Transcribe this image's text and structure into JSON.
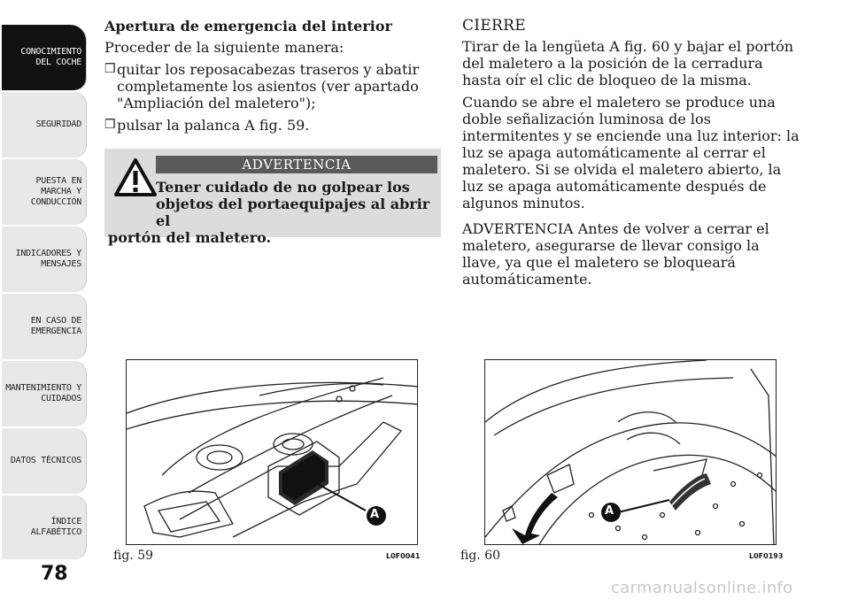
{
  "sidebar": {
    "tabs": [
      {
        "label": "CONOCIMIENTO\nDEL COCHE",
        "active": true
      },
      {
        "label": "SEGURIDAD",
        "active": false
      },
      {
        "label": "PUESTA EN\nMARCHA Y\nCONDUCCIÓN",
        "active": false
      },
      {
        "label": "INDICADORES Y\nMENSAJES",
        "active": false
      },
      {
        "label": "EN CASO DE\nEMERGENCIA",
        "active": false
      },
      {
        "label": "MANTENIMIENTO Y\nCUIDADOS",
        "active": false
      },
      {
        "label": "DATOS TÉCNICOS",
        "active": false
      },
      {
        "label": "ÍNDICE\nALFABÉTICO",
        "active": false
      }
    ]
  },
  "page_number": "78",
  "left": {
    "heading": "Apertura de emergencia del interior",
    "intro": "Proceder de la siguiente manera:",
    "bullet_mark": "❒",
    "bullets": [
      "quitar los reposacabezas traseros y abatir completamente los asientos (ver apartado \"Ampliación del maletero\");",
      "pulsar la palanca A fig. 59."
    ],
    "warning": {
      "title": "ADVERTENCIA",
      "line1": "Tener cuidado de no golpear los",
      "line2": "objetos del portaequipajes al abrir el",
      "line3": "portón del maletero."
    }
  },
  "right": {
    "heading": "CIERRE",
    "para1": "Tirar de la lengüeta A fig. 60 y bajar el portón del maletero a la posición de la cerradura hasta oír el clic de bloqueo de la misma.",
    "para2": "Cuando se abre el maletero se produce una doble señalización luminosa de los intermitentes y se enciende una luz interior: la luz se apaga automáticamente al cerrar el maletero. Si se olvida el maletero abierto, la luz se apaga automáticamente después de algunos minutos.",
    "para3": "ADVERTENCIA Antes de volver a cerrar el maletero, asegurarse de llevar consigo la llave, ya que el maletero se bloqueará automáticamente."
  },
  "figures": [
    {
      "caption": "fig. 59",
      "code": "L0F0041",
      "callout": "A"
    },
    {
      "caption": "fig. 60",
      "code": "L0F0193",
      "callout": "A"
    }
  ],
  "watermark": "carmanualsonline.info",
  "colors": {
    "tab_bg": "#e8e8e8",
    "tab_active_bg": "#111111",
    "warning_box_bg": "#dcdcdc",
    "warning_title_bg": "#5a5a5a"
  }
}
